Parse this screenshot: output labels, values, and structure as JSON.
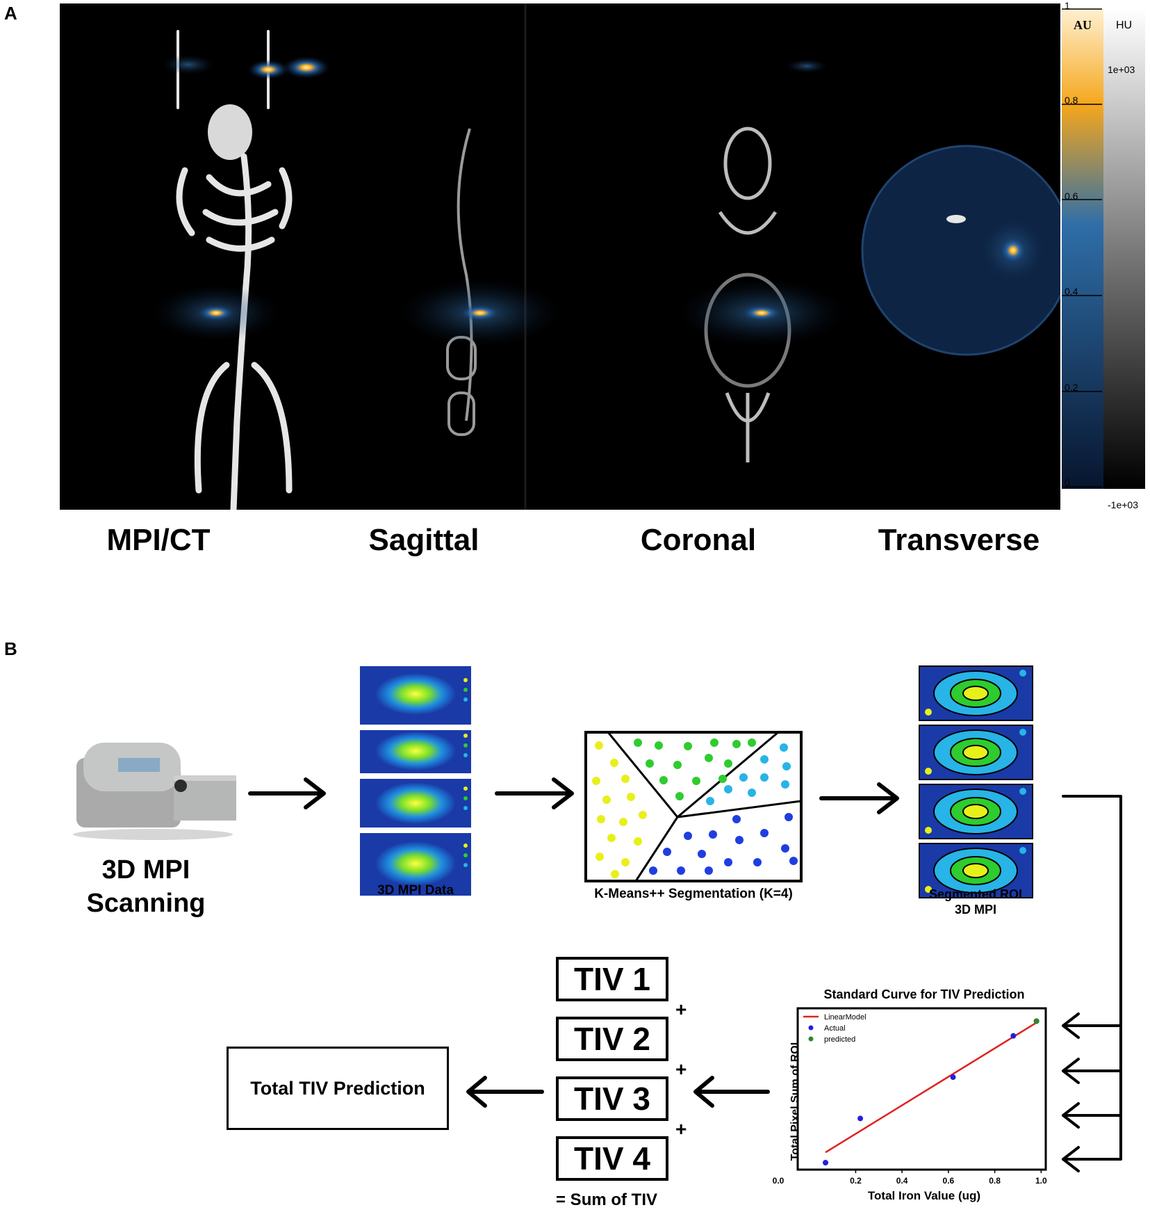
{
  "panel_a": {
    "letter": "A",
    "views": [
      "MPI/CT",
      "Sagittal",
      "Coronal",
      "Transverse"
    ],
    "colorbar_au": {
      "unit": "AU",
      "ticks": [
        "1",
        "0.8",
        "0.6",
        "0.4",
        "0.2",
        "0"
      ]
    },
    "colorbar_hu": {
      "unit": "HU",
      "ticks": [
        "1e+03",
        "-1e+03"
      ]
    }
  },
  "panel_b": {
    "letter": "B",
    "scanner_label": [
      "3D MPI",
      "Scanning"
    ],
    "mpi_data_label": "3D MPI Data",
    "kmeans_label": "K-Means++ Segmentation (K=4)",
    "segmented_label": [
      "Segmented ROI",
      "3D MPI"
    ],
    "tiv_boxes": [
      "TIV 1",
      "TIV 2",
      "TIV 3",
      "TIV 4"
    ],
    "plus": "+",
    "sum_label": "= Sum of TIV",
    "total_box": "Total TIV Prediction",
    "colors": {
      "blue_bg": "#1a3aa8",
      "yellow": "#e8f01a",
      "green": "#2ecc2e",
      "cyan": "#28b4e6",
      "blue_dot": "#1f3ee0",
      "red_line": "#e02020"
    }
  },
  "chart_data": {
    "type": "scatter",
    "title": "Standard Curve for TIV Prediction",
    "xlabel": "Total Iron Value (ug)",
    "ylabel": "Total Pixel Sum of ROI",
    "xlim": [
      0.0,
      1.0
    ],
    "x_ticks": [
      "0.0",
      "0.2",
      "0.4",
      "0.6",
      "0.8",
      "1.0"
    ],
    "legend": [
      "LinearModel",
      "Actual",
      "predicted"
    ],
    "legend_position": "top-left",
    "line": {
      "name": "LinearModel",
      "x": [
        0.07,
        0.98
      ],
      "y": [
        0.07,
        0.95
      ]
    },
    "series": [
      {
        "name": "Actual",
        "x": [
          0.07,
          0.22,
          0.62,
          0.88,
          0.98
        ],
        "y": [
          0.0,
          0.3,
          0.58,
          0.86,
          0.96
        ]
      },
      {
        "name": "predicted",
        "x": [
          0.98
        ],
        "y": [
          0.96
        ]
      }
    ]
  }
}
